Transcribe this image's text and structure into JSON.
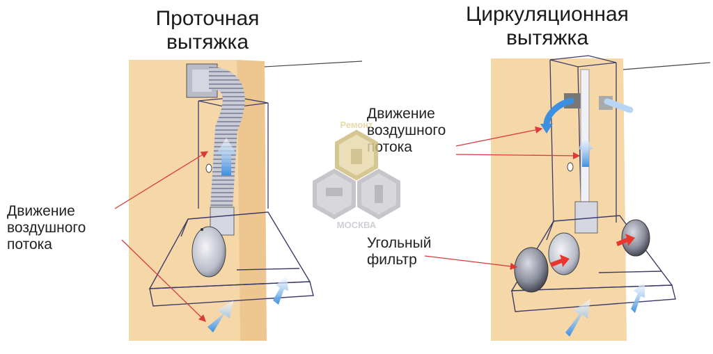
{
  "left": {
    "title_line1": "Проточная",
    "title_line2": "вытяжка",
    "airflow_line1": "Движение",
    "airflow_line2": "воздушного",
    "airflow_line3": "потока"
  },
  "right": {
    "title_line1": "Циркуляционная",
    "title_line2": "вытяжка",
    "airflow_line1": "Движение",
    "airflow_line2": "воздушного",
    "airflow_line3": "потока",
    "filter_line1": "Угольный",
    "filter_line2": "фильтр"
  },
  "watermark": {
    "top_text": "Ремонт",
    "bottom_text": "МОСКВА"
  },
  "colors": {
    "wall": "#f6d7a8",
    "outline": "#3b3b6b",
    "air": "#3d8fe0",
    "filter_arrow": "#e8372e",
    "leader": "#d93a3a"
  }
}
